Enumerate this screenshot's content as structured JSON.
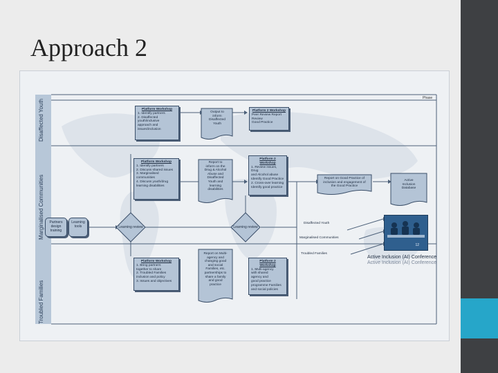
{
  "slide": {
    "title": "Approach 2",
    "colors": {
      "background": "#ececec",
      "right_bar": "#3e4043",
      "teal_accent": "#26a6c9",
      "diagram_fill": "#b4c4d6",
      "diagram_stroke": "#3a4e68"
    }
  },
  "diagram": {
    "map_label": "Phase",
    "lanes": [
      "Disaffected Youth",
      "Marginalised Communities",
      "Troubled Families"
    ],
    "lane1": {
      "workshop_title": "Platform Workshop",
      "workshop_lines": [
        "1. Identify partners",
        "2. Disaffected",
        "youth/inclusive",
        "approach and",
        "issues/inclusion"
      ],
      "doc_lines": [
        "Output to",
        "inform",
        "Disaffected",
        "Youth"
      ],
      "workshop2_title": "Platform 2 Workshop",
      "workshop2_lines": [
        "Peer Review Report",
        "Review",
        "Good Practice"
      ]
    },
    "lane2": {
      "workshop_title": "Platform Workshop",
      "workshop_lines": [
        "1. Identify partners",
        "2. Discuss shared issues",
        "3. Marginalised",
        "communities",
        "4. Discuss youth/drug",
        "learning disabilities"
      ],
      "doc_lines": [
        "Report to",
        "inform on the",
        "Drug & Alcohol",
        "Abuse and",
        "Disaffected",
        "Youth and",
        "learning",
        "disabilities"
      ],
      "workshop2_title": "Platform 2 Workshop",
      "workshop2_lines": [
        "1. Review issues, Drug",
        "and Alcohol abuse",
        "Identify Good Practice",
        "2. Cross-over learning",
        "Identify good practice"
      ],
      "summary_text": "Report on Good Practice of inclusion and engagement of",
      "summary_text2": "the Good Practice",
      "active_lines": [
        "Active",
        "Inclusion",
        "Database"
      ]
    },
    "lane3": {
      "workshop_title": "Platform Workshop",
      "workshop_lines": [
        "1. Bring partners",
        "together to share",
        "2. Troubled Families",
        "inclusion and policy",
        "3. Issues and objectives"
      ],
      "doc_lines": [
        "Report on Multi-",
        "agency and",
        "changing good",
        "and social",
        "Families, etc.",
        "partnerships to",
        "share a family",
        "and good",
        "practice"
      ],
      "workshop2_title": "Platform 2 Workshop",
      "workshop2_lines": [
        "1. Multi-agency",
        "with shared",
        "agency and",
        "good practice",
        "programme Families",
        "and social policies"
      ]
    },
    "start_pills": [
      "Partners design training",
      "Learning tools"
    ],
    "decisions": [
      "Learning review",
      "Learning review"
    ],
    "outputs": [
      "Disaffected Youth",
      "Marginalised Communities",
      "Troubled Families"
    ],
    "photo_number": "12",
    "conference_line1": "Active Inclusion (AI) Conference",
    "conference_line2": "Active Inclusion (AI) Conference"
  }
}
